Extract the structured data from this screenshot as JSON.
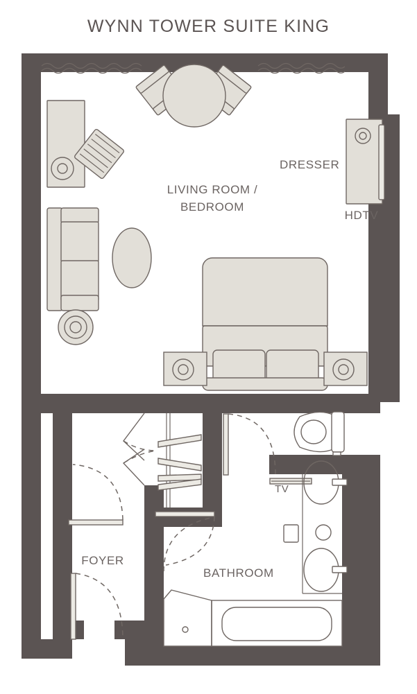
{
  "title": "WYNN TOWER SUITE KING",
  "labels": {
    "living_bedroom_line1": "LIVING ROOM /",
    "living_bedroom_line2": "BEDROOM",
    "dresser": "DRESSER",
    "hdtv": "HDTV",
    "foyer": "FOYER",
    "bathroom": "BATHROOM",
    "tv": "TV"
  },
  "colors": {
    "wall": "#5b5453",
    "furniture_fill": "#e2dfd8",
    "furniture_stroke": "#6f6763",
    "text": "#5b5453",
    "background": "#ffffff"
  },
  "rooms": [
    {
      "name": "LIVING ROOM / BEDROOM",
      "features": [
        "window-drapery-left",
        "window-drapery-right",
        "desk",
        "desk-chair",
        "dining-table",
        "dining-chair-left",
        "dining-chair-right",
        "sofa",
        "oval-coffee-table",
        "round-side-table",
        "king-bed",
        "nightstand-left",
        "nightstand-right",
        "dresser",
        "hdtv"
      ]
    },
    {
      "name": "FOYER",
      "features": [
        "entry-door",
        "closet-bifold-doors",
        "closet-rods",
        "hall-door"
      ]
    },
    {
      "name": "BATHROOM",
      "features": [
        "toilet",
        "tv",
        "vanity-sink-upper",
        "vanity-sink-lower",
        "shower",
        "bathtub",
        "bathroom-door"
      ]
    }
  ],
  "furniture": {
    "desk": "desk",
    "desk_chair": "desk-chair",
    "dining_table": "round-dining-table",
    "sofa": "two-seat-sofa",
    "coffee_table": "oval-coffee-table",
    "side_table": "round-side-table",
    "bed": "king-bed",
    "nightstands": 2,
    "lamps": 3,
    "pillows": 2
  }
}
